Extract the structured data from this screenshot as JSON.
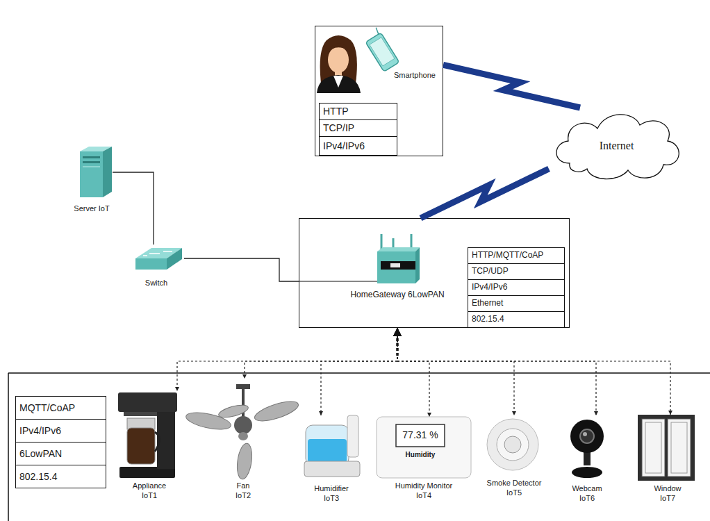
{
  "diagram": {
    "nodes": [
      {
        "text": [
          "Smartphone"
        ]
      },
      {
        "text": [
          "HTTP"
        ],
        "in": 0
      },
      {
        "text": [
          "TCP/IP"
        ],
        "in": 0
      },
      {
        "text": [
          "IPv4/IPv6"
        ],
        "in": 0
      },
      {
        "text": [
          "Internet"
        ]
      },
      {
        "text": [
          "Server IoT"
        ]
      },
      {
        "text": [
          "Switch"
        ]
      },
      {
        "text": [
          "HomeGateway 6LowPAN"
        ]
      },
      {
        "text": [
          "HTTP/MQTT/CoAP"
        ],
        "in": 7
      },
      {
        "text": [
          "TCP/UDP"
        ],
        "in": 7
      },
      {
        "text": [
          "IPv4/IPv6"
        ],
        "in": 7
      },
      {
        "text": [
          "Ethernet"
        ],
        "in": 7
      },
      {
        "text": [
          "802.15.4"
        ],
        "in": 7
      },
      {
        "text": [
          "MQTT/CoAP"
        ]
      },
      {
        "text": [
          "IPv4/IPv6"
        ]
      },
      {
        "text": [
          "6LowPAN"
        ]
      },
      {
        "text": [
          "802.15.4"
        ]
      },
      {
        "text": [
          "Appliance IoT1"
        ]
      },
      {
        "text": [
          "Fan IoT2"
        ]
      },
      {
        "text": [
          "Humidifier IoT3"
        ]
      },
      {
        "text": [
          "77.31 %",
          "Humidity",
          "Humidity Monitor IoT4"
        ]
      },
      {
        "text": [
          "Smoke Detector IoT5"
        ]
      },
      {
        "text": [
          "Webcam IoT6"
        ]
      },
      {
        "text": [
          "Window IoT7"
        ]
      }
    ],
    "edges": [
      {
        "from": 0,
        "to": 4,
        "arrow": "none"
      },
      {
        "from": 4,
        "to": 7,
        "arrow": "none"
      },
      {
        "from": 5,
        "to": 6,
        "arrow": "none"
      },
      {
        "from": 6,
        "to": 7,
        "arrow": "none"
      },
      {
        "from": 7,
        "to": 17,
        "arrow": "both"
      },
      {
        "from": 7,
        "to": 18,
        "arrow": "both"
      },
      {
        "from": 7,
        "to": 19,
        "arrow": "both"
      },
      {
        "from": 7,
        "to": 20,
        "arrow": "both"
      },
      {
        "from": 7,
        "to": 21,
        "arrow": "both"
      },
      {
        "from": 7,
        "to": 22,
        "arrow": "both"
      },
      {
        "from": 7,
        "to": 23,
        "arrow": "both"
      }
    ]
  }
}
